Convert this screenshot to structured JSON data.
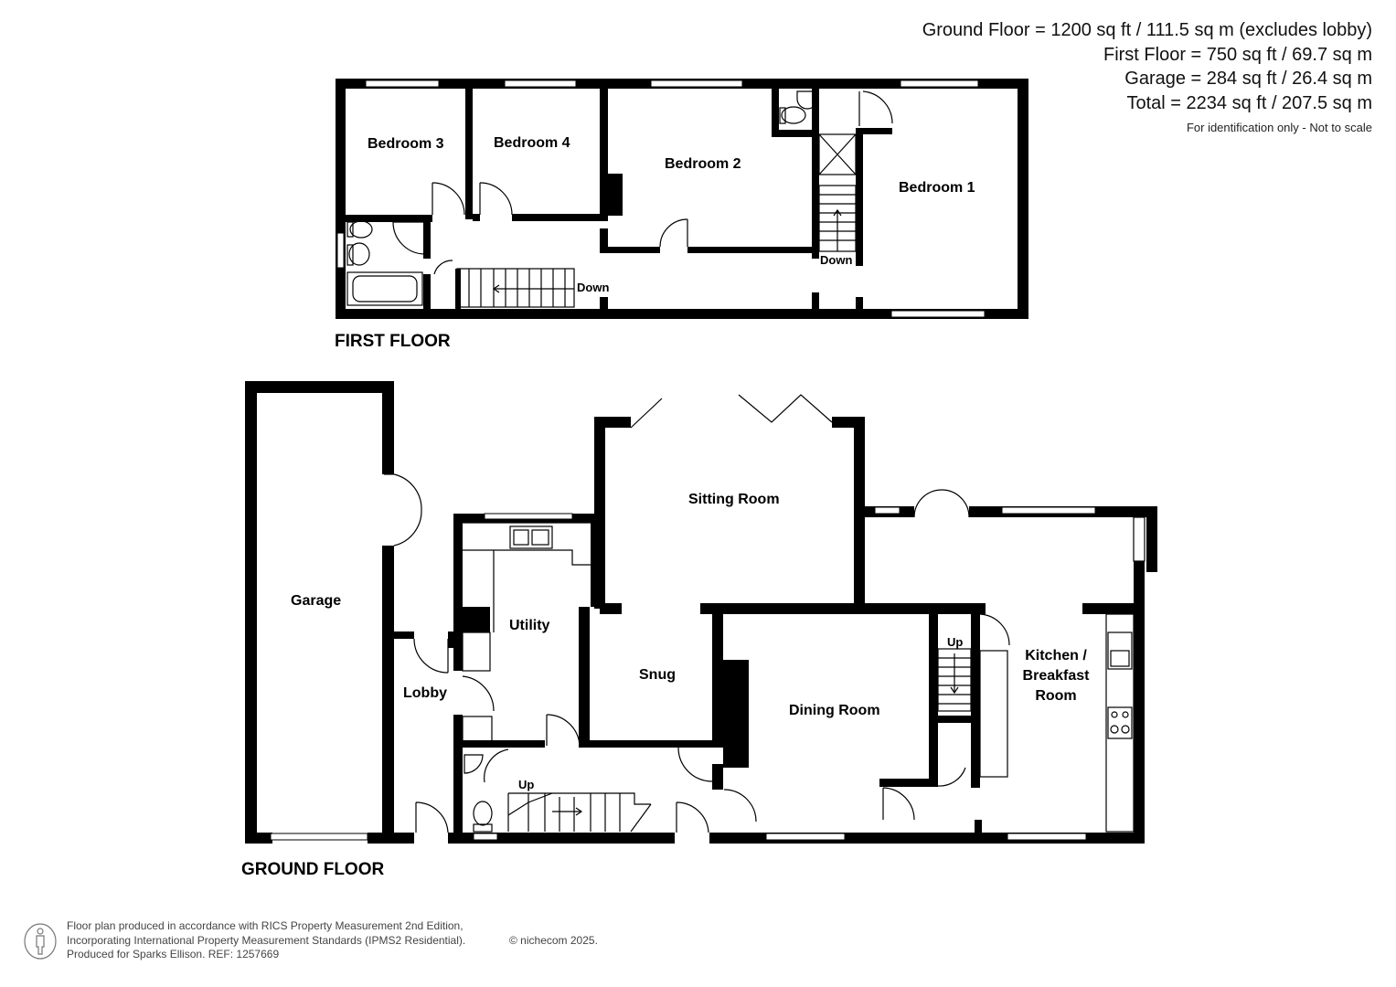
{
  "areas": {
    "ground_floor": "Ground Floor = 1200 sq ft / 111.5 sq m (excludes lobby)",
    "first_floor": "First Floor = 750 sq ft / 69.7 sq m",
    "garage": "Garage = 284 sq ft / 26.4 sq m",
    "total": "Total = 2234 sq ft / 207.5 sq m",
    "note": "For identification only - Not to scale"
  },
  "floors": {
    "first_floor_title": "FIRST FLOOR",
    "ground_floor_title": "GROUND FLOOR"
  },
  "rooms": {
    "bedroom3": "Bedroom 3",
    "bedroom4": "Bedroom 4",
    "bedroom2": "Bedroom 2",
    "bedroom1": "Bedroom 1",
    "garage": "Garage",
    "utility": "Utility",
    "lobby": "Lobby",
    "snug": "Snug",
    "sitting_room": "Sitting Room",
    "dining_room": "Dining Room",
    "kitchen_line1": "Kitchen /",
    "kitchen_line2": "Breakfast",
    "kitchen_line3": "Room"
  },
  "stairs": {
    "down_main": "Down",
    "down_bedroom1": "Down",
    "up_hall": "Up",
    "up_kitchen": "Up"
  },
  "footer": {
    "line1": "Floor plan produced in accordance with RICS Property Measurement 2nd Edition,",
    "line2": "Incorporating International Property Measurement Standards (IPMS2 Residential).",
    "line3": "Produced for Sparks Ellison.   REF: 1257669",
    "copyright": "© nichecom 2025."
  },
  "icons": [
    "person-icon",
    "wc-icon",
    "basin-icon",
    "bath-icon",
    "shower-icon",
    "sink-icon",
    "hob-icon"
  ]
}
